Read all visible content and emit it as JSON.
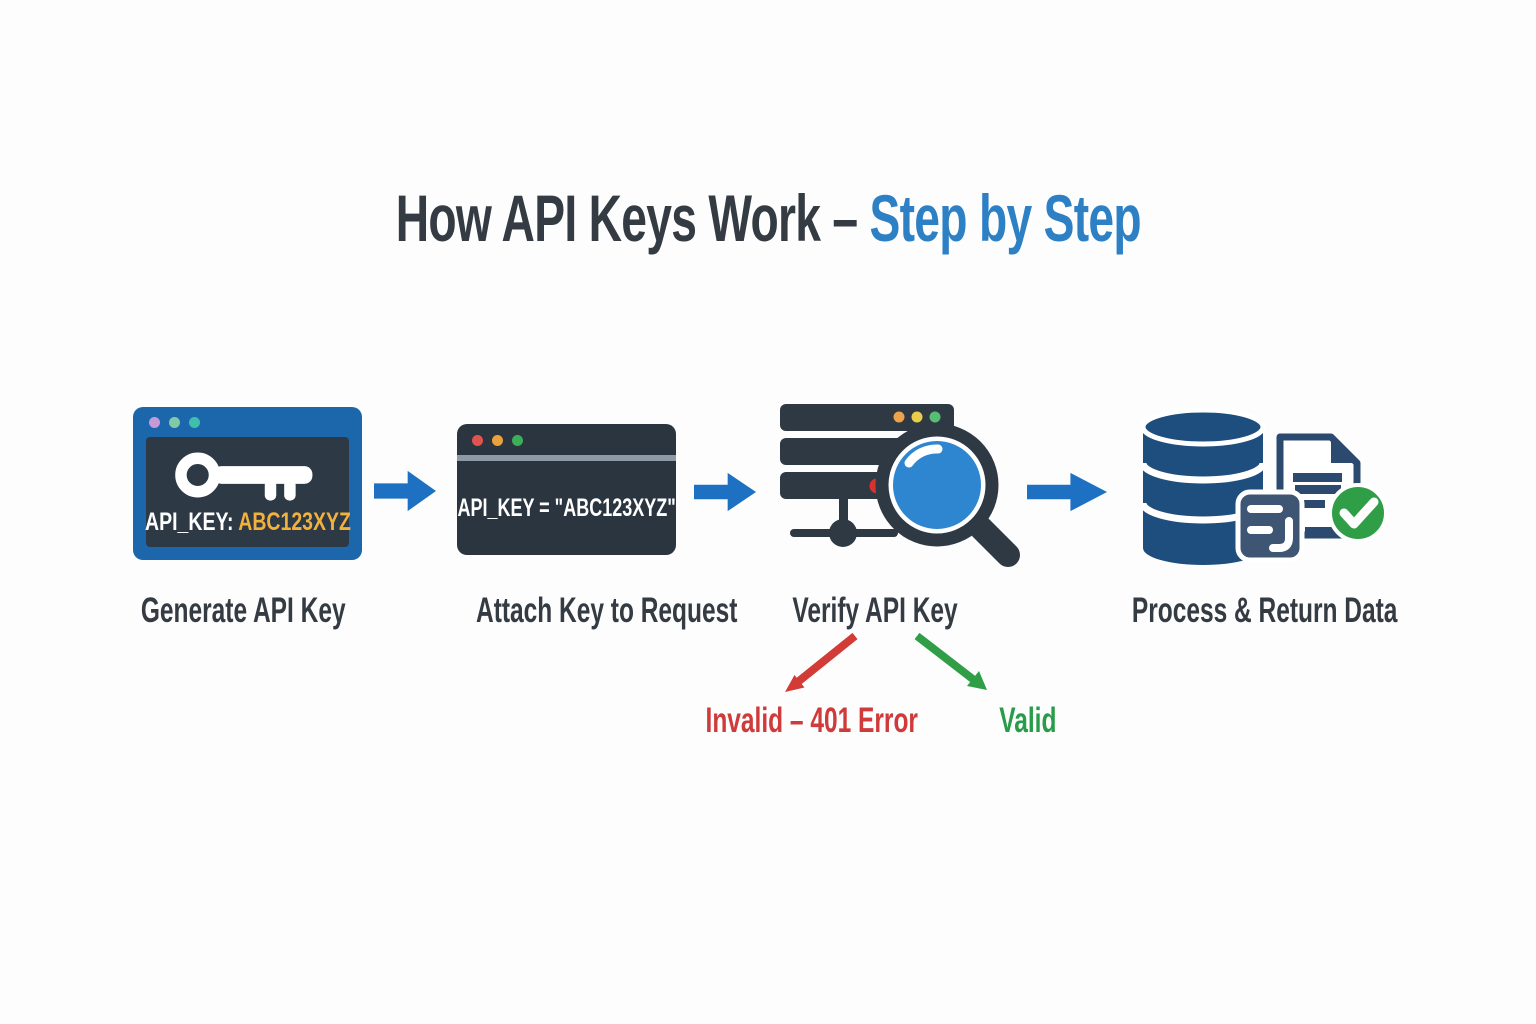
{
  "title": {
    "main": "How API Keys Work –",
    "accent": "Step by Step"
  },
  "steps": [
    {
      "label": "Generate API Key",
      "icon": "browser-window-key",
      "key_label": "API_KEY:",
      "key_value": "ABC123XYZ"
    },
    {
      "label": "Attach Key to Request",
      "icon": "terminal-window",
      "code": "API_KEY = \"ABC123XYZ\""
    },
    {
      "label": "Verify API Key",
      "icon": "server-magnifier"
    },
    {
      "label": "Process & Return Data",
      "icon": "database-document-check"
    }
  ],
  "branch": {
    "invalid": "Invalid – 401 Error",
    "valid": "Valid"
  },
  "colors": {
    "title_dark": "#343b43",
    "title_accent_blue": "#2e80c4",
    "flow_arrow_blue": "#1e71c2",
    "browser_frame_blue": "#1c67ac",
    "panel_dark": "#2d3944",
    "terminal_dark": "#2b3540",
    "key_value_orange": "#f2b03c",
    "lens_blue": "#2e86d0",
    "database_navy": "#1d4e7e",
    "document_navy": "#2c4a70",
    "note_slate": "#3e5674",
    "check_green": "#2f9e47",
    "invalid_red": "#cf3a3a",
    "valid_green": "#289c49"
  }
}
